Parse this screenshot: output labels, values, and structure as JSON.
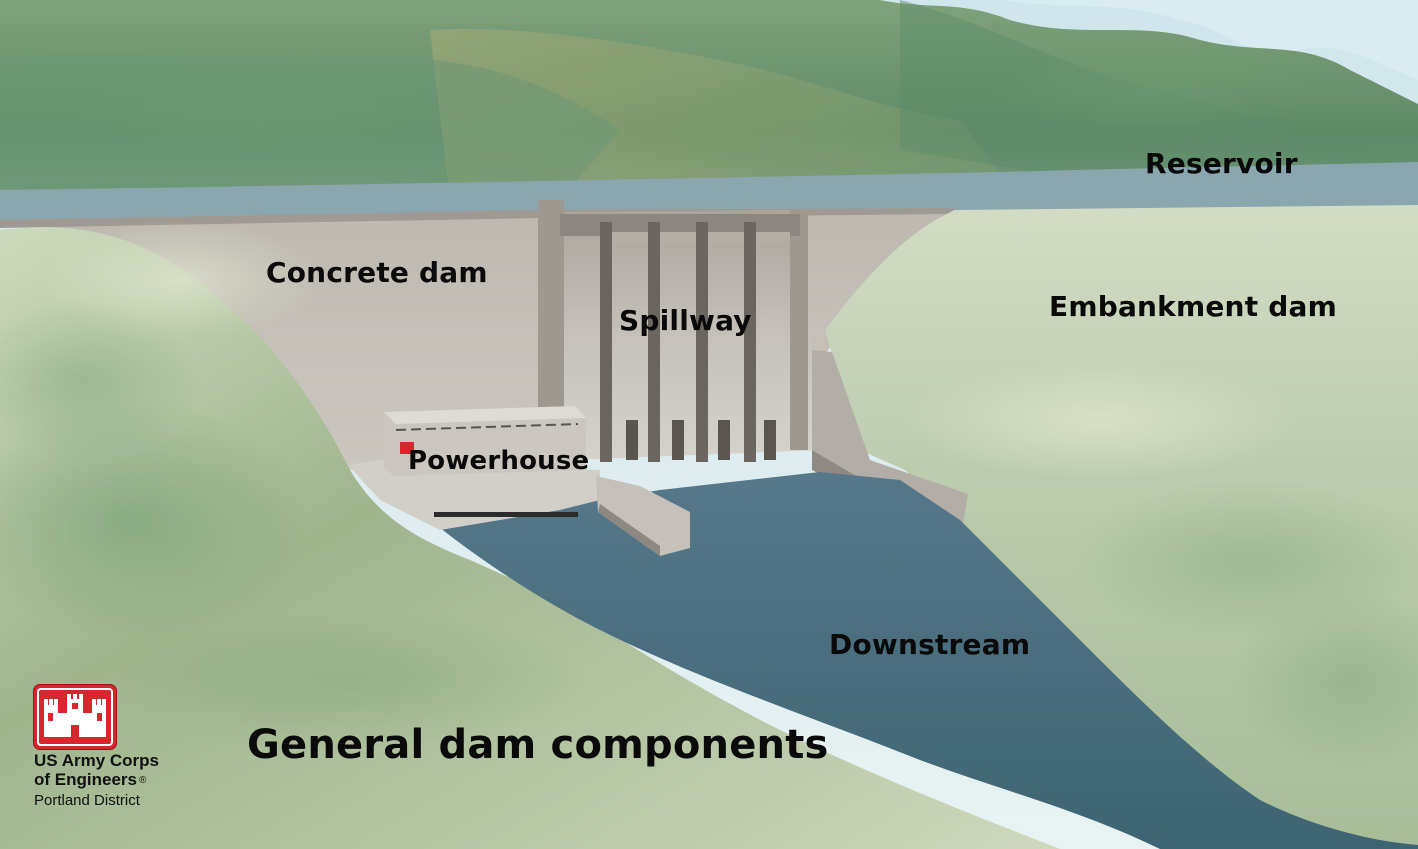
{
  "labels": {
    "reservoir": "Reservoir",
    "concrete_dam": "Concrete dam",
    "spillway": "Spillway",
    "embankment_dam": "Embankment dam",
    "powerhouse": "Powerhouse",
    "downstream": "Downstream"
  },
  "title": "General dam components",
  "organization": {
    "line1": "US Army Corps",
    "line2": "of Engineers",
    "registered_mark": "®",
    "district": "Portland District",
    "logo_icon": "castle-icon"
  },
  "colors": {
    "sky": "#d8ecf0",
    "mountain": "#6f9a72",
    "concrete": "#c7c3bc",
    "water": "#4f7180",
    "embankment": "#c9d2b7",
    "logo_red": "#d7262e"
  }
}
